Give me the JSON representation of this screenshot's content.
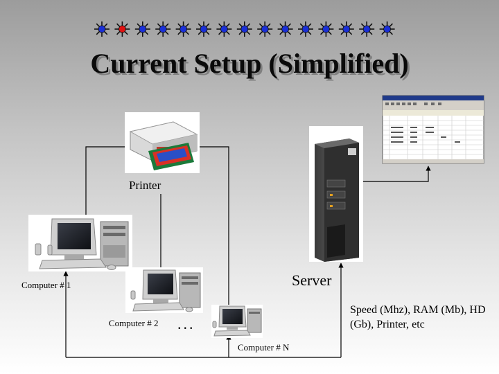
{
  "slide": {
    "title": "Current Setup (Simplified)",
    "ornament_icon": "star-burst-icon",
    "ornament_count": 15,
    "ornament_colors": {
      "normal": "#1a2fd6",
      "highlight": "#e01010"
    }
  },
  "diagram": {
    "printer": {
      "icon": "printer-icon",
      "label": "Printer"
    },
    "server": {
      "icon": "server-tower-icon",
      "label": "Server"
    },
    "spreadsheet": {
      "icon": "spreadsheet-window-icon"
    },
    "computers": [
      {
        "icon": "desktop-computer-icon",
        "label": "Computer # 1"
      },
      {
        "icon": "desktop-computer-icon",
        "label": "Computer # 2"
      },
      {
        "icon": "desktop-computer-icon",
        "label": "Computer # N"
      }
    ],
    "ellipsis": "...",
    "server_specs": "Speed (Mhz), RAM (Mb), HD (Gb), Printer, etc"
  }
}
